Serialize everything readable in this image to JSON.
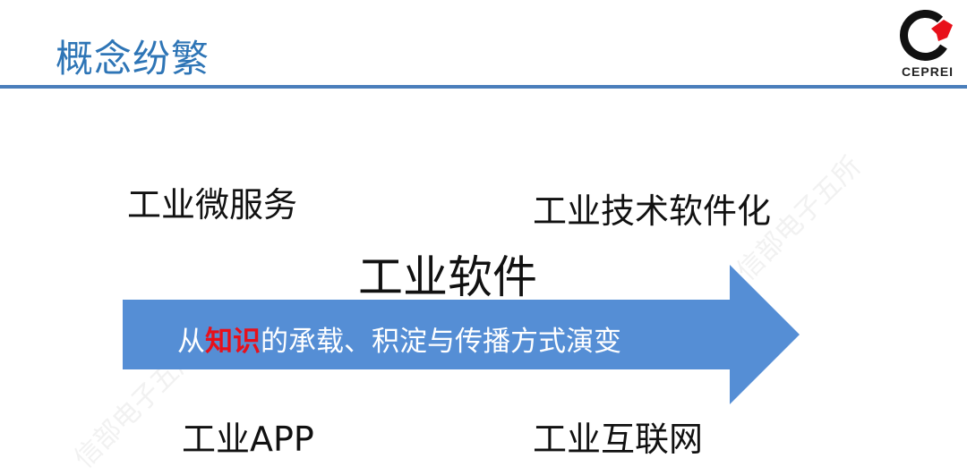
{
  "title": "概念纷繁",
  "logo": {
    "text": "CEPREI",
    "colors": {
      "ring": "#111111",
      "accent": "#e8101a"
    }
  },
  "terms": {
    "micro_services": "工业微服务",
    "tech_softwarization": "工业技术软件化",
    "industrial_software": "工业软件",
    "industrial_app": "工业APP",
    "industrial_internet": "工业互联网"
  },
  "arrow": {
    "color": "#558ed5",
    "text_prefix": "从",
    "text_highlight": "知识",
    "text_suffix": "的承载、积淀与传播方式演变",
    "highlight_color": "#e8101a"
  },
  "watermark": "信部电子五所",
  "colors": {
    "title": "#2e75b6",
    "rule": "#4a7ebb"
  }
}
